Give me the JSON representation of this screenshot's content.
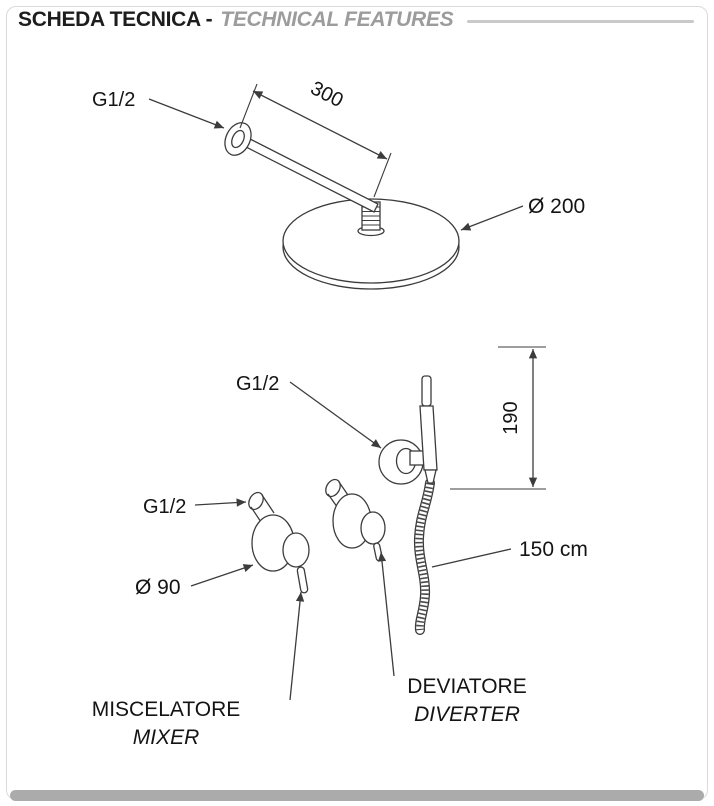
{
  "title": {
    "it": "SCHEDA TECNICA -",
    "en": "TECHNICAL FEATURES"
  },
  "colors": {
    "line": "#3c3c3c",
    "title_accent": "#9c9c9c",
    "bottom_bar": "#ababab"
  },
  "top_diagram": {
    "thread_label": "G1/2",
    "arm_length": "300",
    "head_diameter": "Ø 200"
  },
  "bottom_diagram": {
    "handshower_thread_label": "G1/2",
    "handshower_height": "190",
    "hose_length": "150 cm",
    "mixer_thread_label": "G1/2",
    "mixer_diameter": "Ø 90",
    "mixer_label_it": "MISCELATORE",
    "mixer_label_en": "MIXER",
    "diverter_label_it": "DEVIATORE",
    "diverter_label_en": "DIVERTER"
  }
}
